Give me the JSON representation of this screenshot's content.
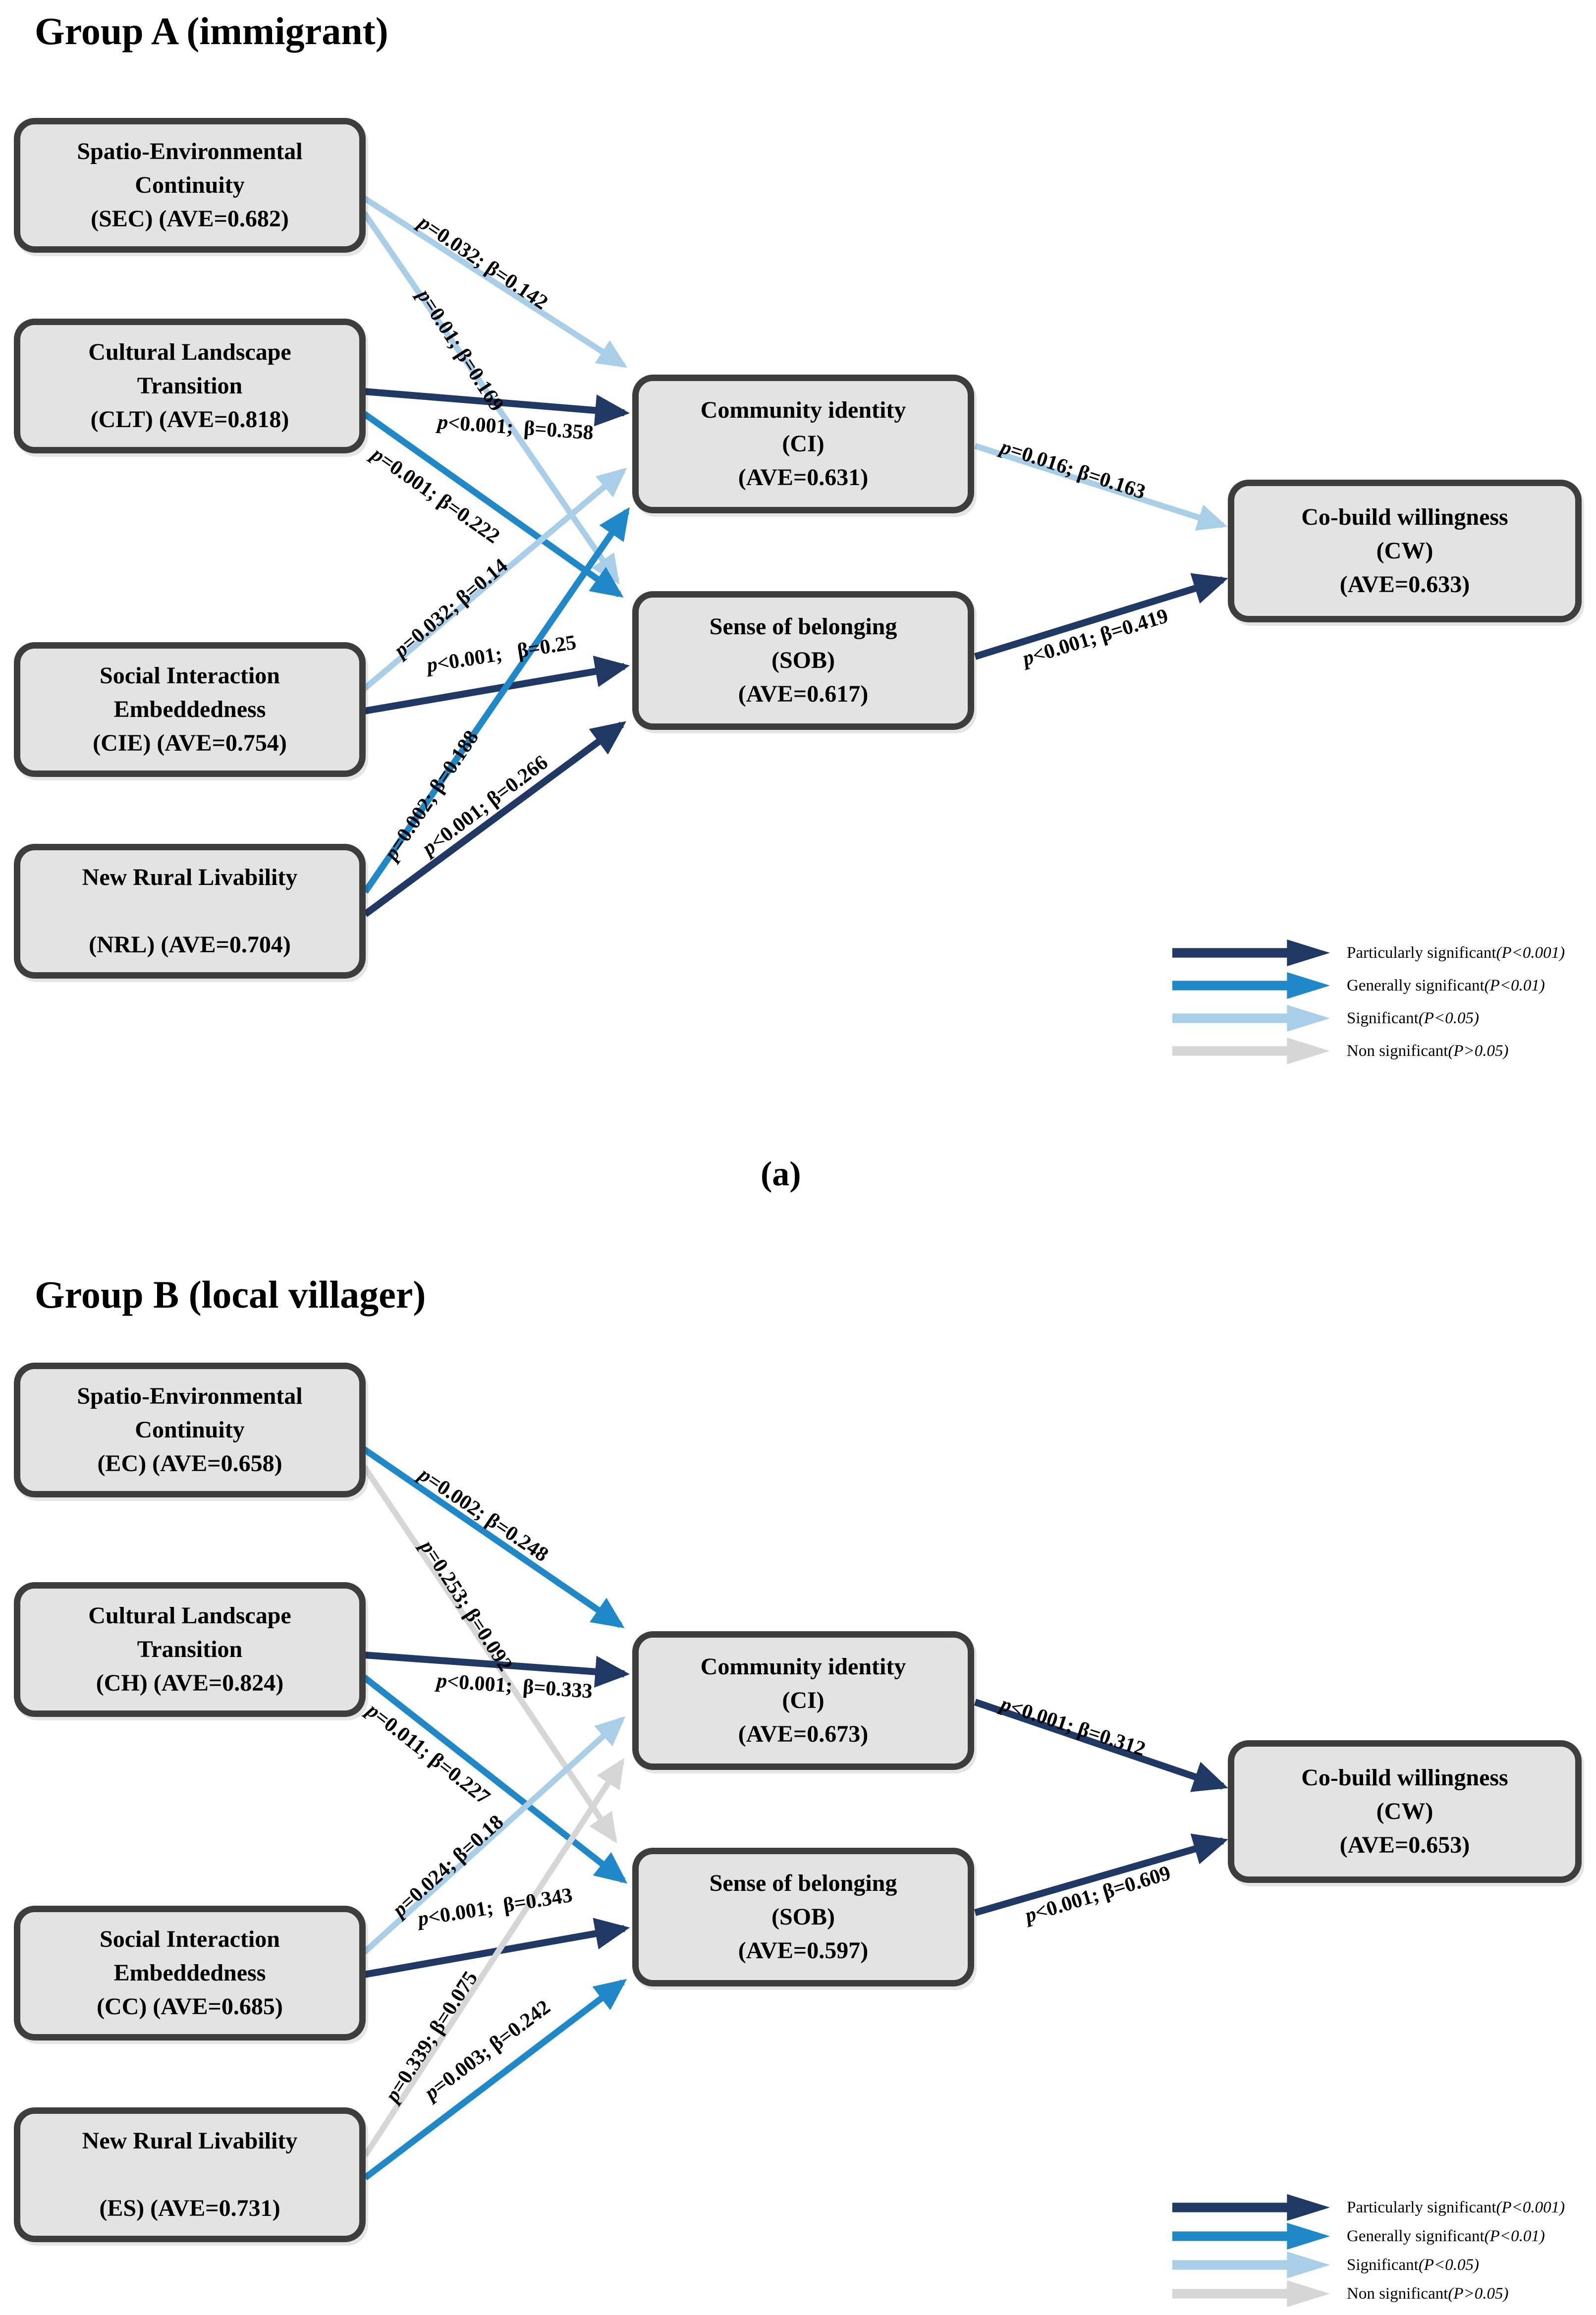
{
  "colors": {
    "particularly_significant": "#1f3864",
    "generally_significant": "#1f88c9",
    "significant": "#a9cfe8",
    "non_significant": "#d6d6d6",
    "node_fill": "#e3e3e3",
    "node_border": "#3d3d3d"
  },
  "figure_labels": {
    "sub_a": "(a)"
  },
  "legend": {
    "items": [
      {
        "name": "Particularly significant",
        "condition": "(P<0.001)"
      },
      {
        "name": "Generally significant",
        "condition": "(P<0.01)"
      },
      {
        "name": "Significant",
        "condition": "(P<0.05)"
      },
      {
        "name": "Non significant",
        "condition": "(P>0.05)"
      }
    ]
  },
  "groups": [
    {
      "title": "Group A (immigrant)",
      "nodes": {
        "sec": {
          "lines": [
            "Spatio-Environmental",
            "Continuity",
            "(SEC) (AVE=0.682)"
          ]
        },
        "clt": {
          "lines": [
            "Cultural Landscape",
            "Transition",
            "(CLT) (AVE=0.818)"
          ]
        },
        "cie": {
          "lines": [
            "Social Interaction",
            "Embeddedness",
            "(CIE) (AVE=0.754)"
          ]
        },
        "nrl": {
          "lines": [
            "New Rural Livability",
            "",
            "(NRL) (AVE=0.704)"
          ]
        },
        "ci": {
          "lines": [
            "Community identity",
            "(CI)",
            "(AVE=0.631)"
          ]
        },
        "sob": {
          "lines": [
            "Sense of belonging",
            "(SOB)",
            "(AVE=0.617)"
          ]
        },
        "cw": {
          "lines": [
            "Co-build willingness",
            "(CW)",
            "(AVE=0.633)"
          ]
        }
      },
      "paths": [
        {
          "from": "SEC",
          "to": "CI",
          "label": "p=0.032; β=0.142",
          "significance": "significant"
        },
        {
          "from": "SEC",
          "to": "SOB",
          "label": "p=0.01; β=0.169",
          "significance": "significant"
        },
        {
          "from": "CLT",
          "to": "CI",
          "label": "p<0.001;  β=0.358",
          "significance": "particularly-significant"
        },
        {
          "from": "CLT",
          "to": "SOB",
          "label": "p=0.001; β=0.222",
          "significance": "generally-significant"
        },
        {
          "from": "CIE",
          "to": "CI",
          "label": "p=0.032; β=0.14",
          "significance": "significant"
        },
        {
          "from": "CIE",
          "to": "SOB",
          "label": "p<0.001;   β=0.25",
          "significance": "particularly-significant"
        },
        {
          "from": "NRL",
          "to": "CI",
          "label": "p=0.002; β=0.188",
          "significance": "generally-significant"
        },
        {
          "from": "NRL",
          "to": "SOB",
          "label": "p<0.001; β=0.266",
          "significance": "particularly-significant"
        },
        {
          "from": "CI",
          "to": "CW",
          "label": "p=0.016; β=0.163",
          "significance": "significant"
        },
        {
          "from": "SOB",
          "to": "CW",
          "label": "p<0.001; β=0.419",
          "significance": "particularly-significant"
        }
      ]
    },
    {
      "title": "Group B (local villager)",
      "nodes": {
        "sec": {
          "lines": [
            "Spatio-Environmental",
            "Continuity",
            "(EC) (AVE=0.658)"
          ]
        },
        "clt": {
          "lines": [
            "Cultural Landscape",
            "Transition",
            "(CH) (AVE=0.824)"
          ]
        },
        "cie": {
          "lines": [
            "Social Interaction",
            "Embeddedness",
            "(CC) (AVE=0.685)"
          ]
        },
        "nrl": {
          "lines": [
            "New Rural Livability",
            "",
            "(ES) (AVE=0.731)"
          ]
        },
        "ci": {
          "lines": [
            "Community identity",
            "(CI)",
            "(AVE=0.673)"
          ]
        },
        "sob": {
          "lines": [
            "Sense of belonging",
            "(SOB)",
            "(AVE=0.597)"
          ]
        },
        "cw": {
          "lines": [
            "Co-build willingness",
            "(CW)",
            "(AVE=0.653)"
          ]
        }
      },
      "paths": [
        {
          "from": "EC",
          "to": "CI",
          "label": "p=0.002; β=0.248",
          "significance": "generally-significant"
        },
        {
          "from": "EC",
          "to": "SOB",
          "label": "p=0.253; β=0.092",
          "significance": "non-significant"
        },
        {
          "from": "CH",
          "to": "CI",
          "label": "p<0.001;  β=0.333",
          "significance": "particularly-significant"
        },
        {
          "from": "CH",
          "to": "SOB",
          "label": "p=0.011; β=0.227",
          "significance": "generally-significant"
        },
        {
          "from": "CC",
          "to": "CI",
          "label": "p=0.024; β=0.18",
          "significance": "significant"
        },
        {
          "from": "CC",
          "to": "SOB",
          "label": "p<0.001;  β=0.343",
          "significance": "particularly-significant"
        },
        {
          "from": "ES",
          "to": "CI",
          "label": "p=0.339; β=0.075",
          "significance": "non-significant"
        },
        {
          "from": "ES",
          "to": "SOB",
          "label": "p=0.003; β=0.242",
          "significance": "generally-significant"
        },
        {
          "from": "CI",
          "to": "CW",
          "label": "p<0.001; β=0.312",
          "significance": "particularly-significant"
        },
        {
          "from": "SOB",
          "to": "CW",
          "label": "p<0.001; β=0.609",
          "significance": "particularly-significant"
        }
      ]
    }
  ]
}
